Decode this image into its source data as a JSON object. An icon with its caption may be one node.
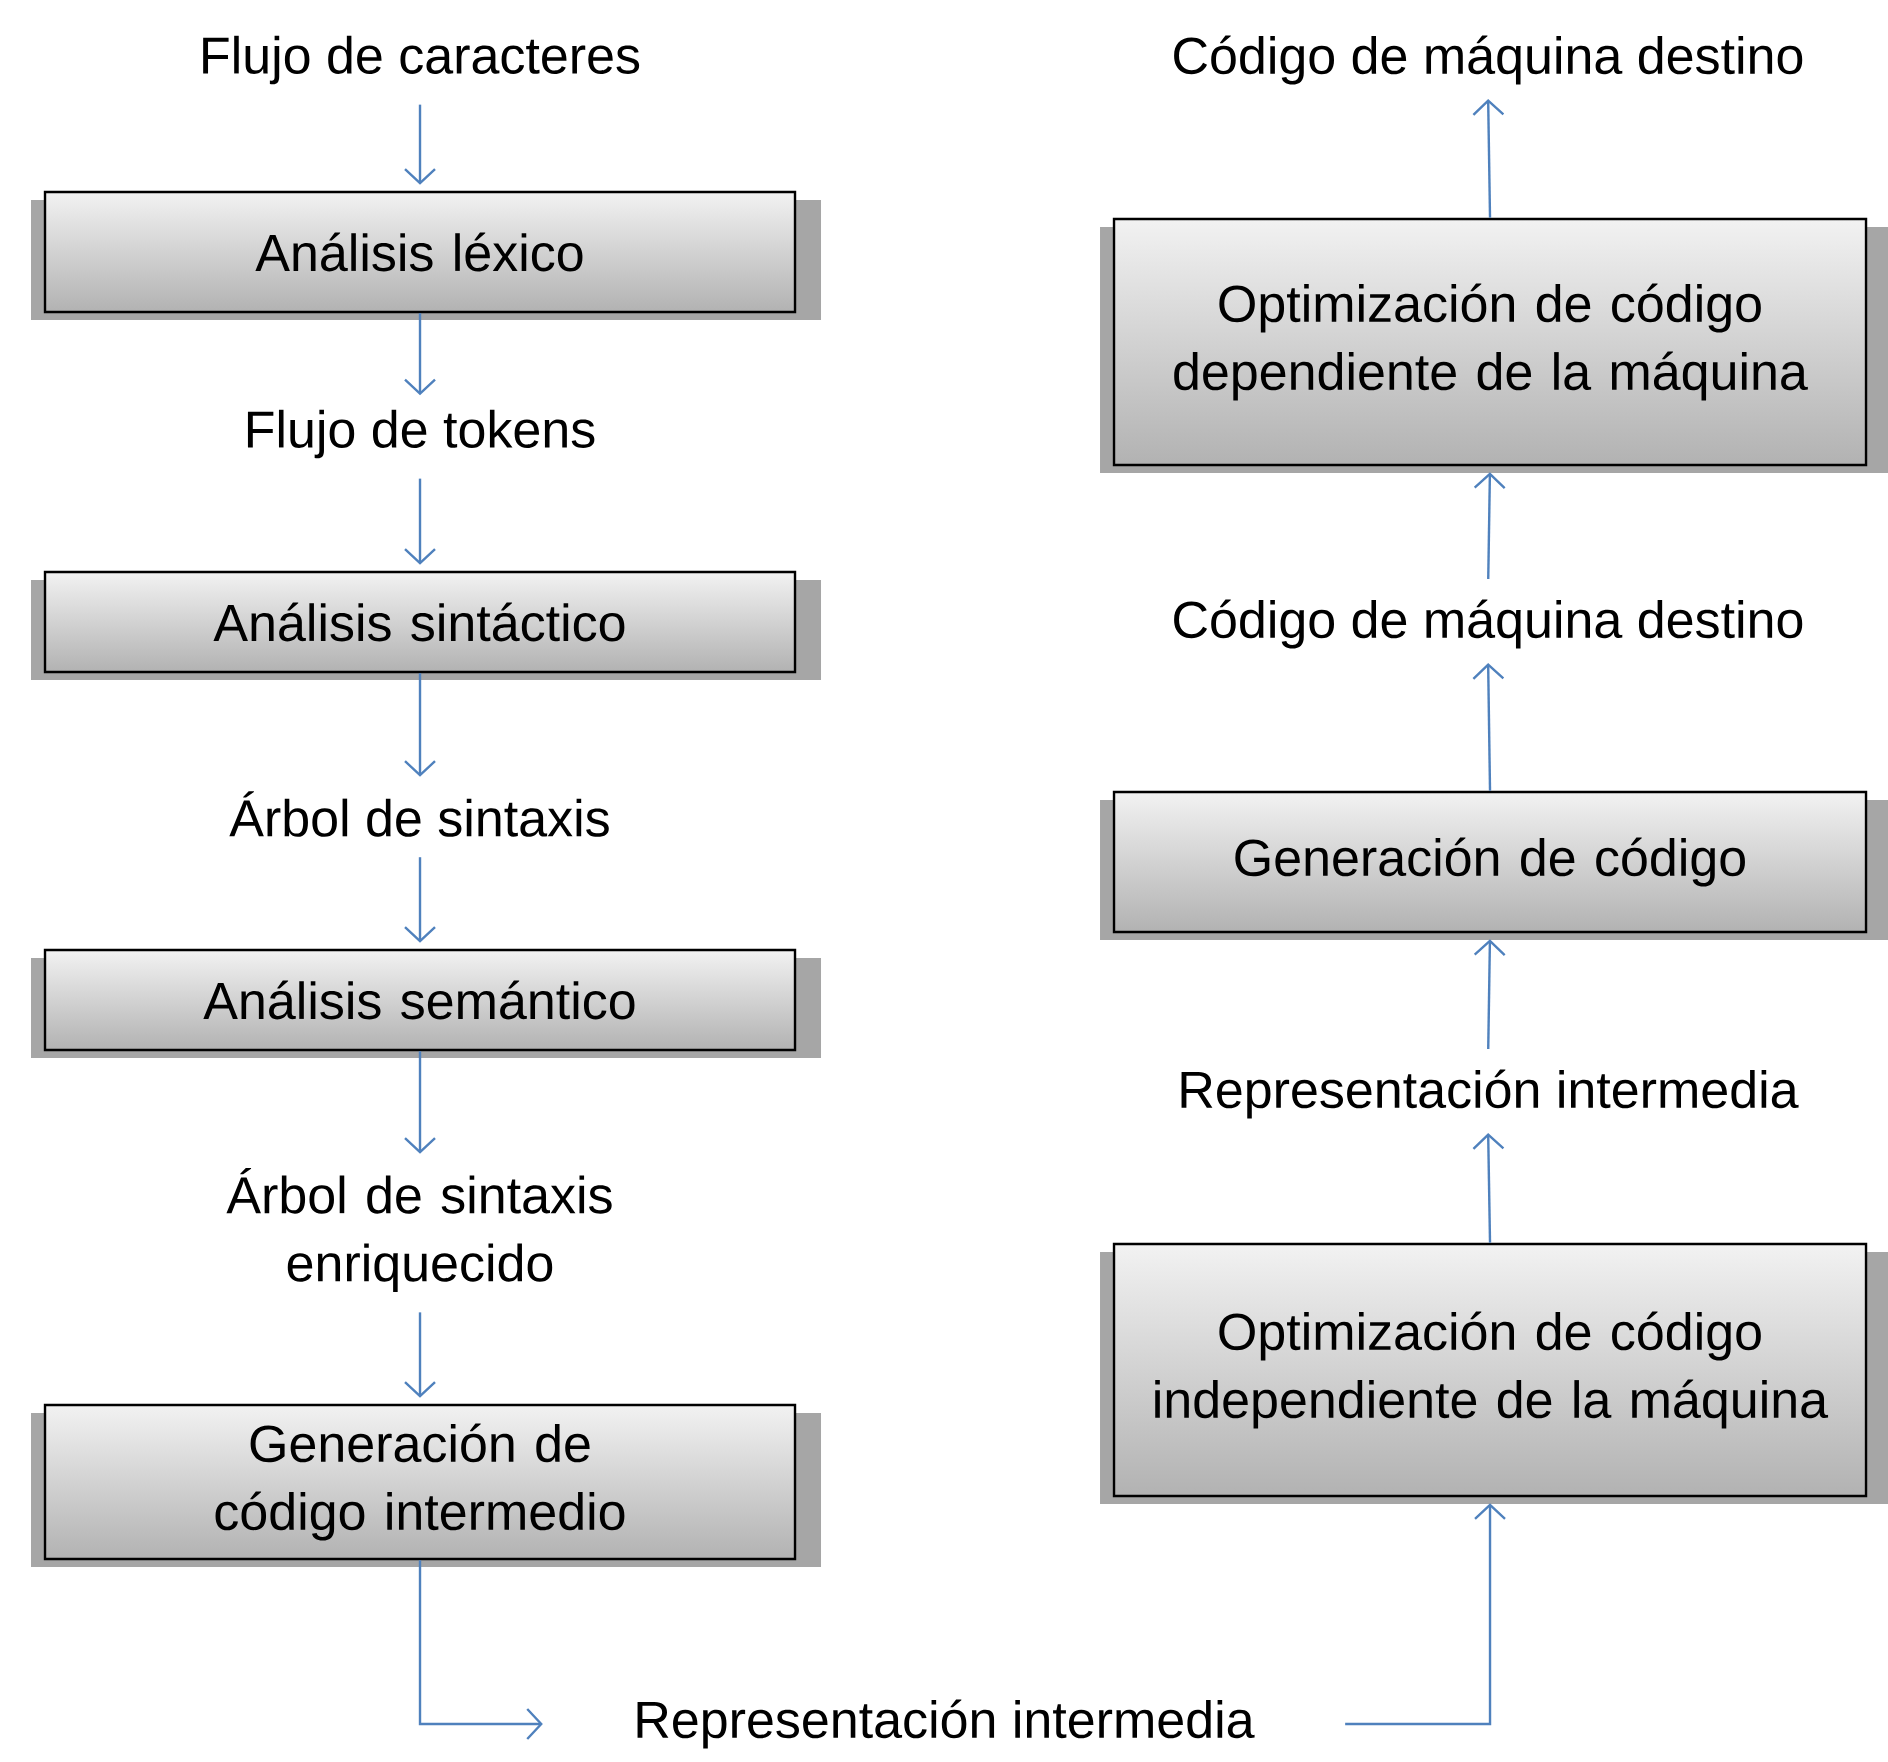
{
  "diagram": {
    "nodes": [
      {
        "text": [
          "Flujo de caracteres"
        ]
      },
      {
        "text": [
          "Análisis léxico"
        ]
      },
      {
        "text": [
          "Flujo de tokens"
        ]
      },
      {
        "text": [
          "Análisis sintáctico"
        ]
      },
      {
        "text": [
          "Árbol de sintaxis"
        ]
      },
      {
        "text": [
          "Análisis semántico"
        ]
      },
      {
        "text": [
          "Árbol de sintaxis enriquecido"
        ]
      },
      {
        "text": [
          "Generación de código intermedio"
        ]
      },
      {
        "text": [
          "Representación intermedia"
        ]
      },
      {
        "text": [
          "Optimización de código independiente de la máquina"
        ]
      },
      {
        "text": [
          "Representación intermedia"
        ]
      },
      {
        "text": [
          "Generación de código"
        ]
      },
      {
        "text": [
          "Código de máquina destino"
        ]
      },
      {
        "text": [
          "Optimización de código dependiente de la máquina"
        ]
      },
      {
        "text": [
          "Código de máquina destino"
        ]
      }
    ],
    "edges": [
      {
        "from": 0,
        "to": 1,
        "arrow": "to"
      },
      {
        "from": 1,
        "to": 2,
        "arrow": "to"
      },
      {
        "from": 2,
        "to": 3,
        "arrow": "to"
      },
      {
        "from": 3,
        "to": 4,
        "arrow": "to"
      },
      {
        "from": 4,
        "to": 5,
        "arrow": "to"
      },
      {
        "from": 5,
        "to": 6,
        "arrow": "to"
      },
      {
        "from": 6,
        "to": 7,
        "arrow": "to"
      },
      {
        "from": 7,
        "to": 8,
        "arrow": "to"
      },
      {
        "from": 8,
        "to": 9,
        "arrow": "to"
      },
      {
        "from": 9,
        "to": 10,
        "arrow": "to"
      },
      {
        "from": 10,
        "to": 11,
        "arrow": "to"
      },
      {
        "from": 11,
        "to": 12,
        "arrow": "to"
      },
      {
        "from": 12,
        "to": 13,
        "arrow": "to"
      },
      {
        "from": 13,
        "to": 14,
        "arrow": "to"
      }
    ]
  }
}
